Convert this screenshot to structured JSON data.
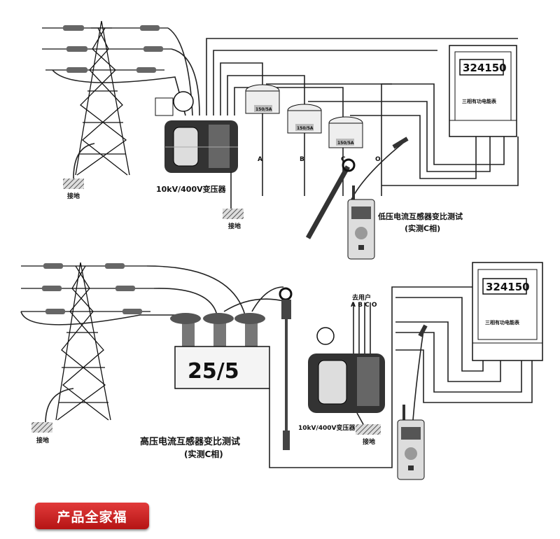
{
  "top": {
    "transformer_label": "10kV/400V变压器",
    "ground_label_tower": "接地",
    "ground_label_transformer": "接地",
    "ct_rating": [
      "150/5A",
      "150/5A",
      "150/5A"
    ],
    "phases": [
      "A",
      "B",
      "C",
      "O"
    ],
    "meter_reading": "324150",
    "meter_label": "三相有功电能表",
    "test_title": "低压电流互感器变比测试",
    "test_subtitle": "(实测C相)"
  },
  "bottom": {
    "to_user": "去用户",
    "phases": "A B C O",
    "ct_ratio": "25/5",
    "transformer_label": "10kV/400V变压器",
    "ground_label_tower": "接地",
    "ground_label_transformer": "接地",
    "meter_reading": "324150",
    "meter_label": "三相有功电能表",
    "test_title": "高压电流互感器变比测试",
    "test_subtitle": "(实测C相)"
  },
  "footer": {
    "button_label": "产品全家福"
  },
  "colors": {
    "accent": "#c82020",
    "line": "#222222"
  }
}
